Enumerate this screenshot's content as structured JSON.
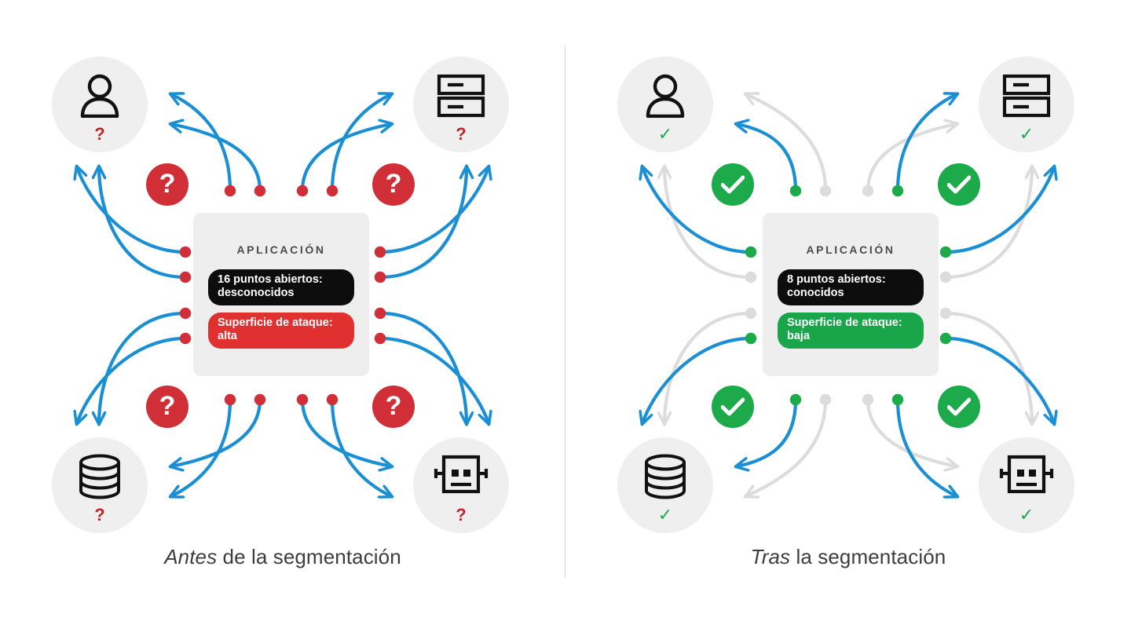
{
  "diagram": {
    "title": "Segmentacion de aplicaciones: antes y despues",
    "type": "network-segmentation-comparison",
    "colors": {
      "blue_arrow": "#1b8fd4",
      "gray_arrow": "#dcdcdc",
      "red": "#d02f37",
      "red_pill": "#e03030",
      "green": "#1caa4b",
      "green_pill": "#19a54a",
      "dark_pill": "#0d0d0d",
      "node_circle": "#efefef",
      "app_box": "#eeeeee",
      "caption_text": "#3d3d3d",
      "divider": "#d6d6d6"
    }
  },
  "panels": [
    {
      "id": "before",
      "caption_emphasis": "Antes",
      "caption_rest": " de la segmentación",
      "app": {
        "title": "APLICACIÓN",
        "pill_open_points": "16 puntos abiertos: desconocidos",
        "pill_open_points_line1": "16 puntos abiertos:",
        "pill_open_points_line2": "desconocidos",
        "pill_attack_surface": "Superficie de ataque: alta",
        "pill_attack_surface_line1": "Superficie de ataque:",
        "pill_attack_surface_line2": "alta",
        "pill_attack_surface_state": "alta"
      },
      "nodes": [
        {
          "id": "user",
          "icon": "user-icon",
          "mark": "?",
          "mark_type": "question",
          "position": "top-left"
        },
        {
          "id": "server",
          "icon": "server-rack-icon",
          "mark": "?",
          "mark_type": "question",
          "position": "top-right"
        },
        {
          "id": "database",
          "icon": "database-icon",
          "mark": "?",
          "mark_type": "question",
          "position": "bottom-left"
        },
        {
          "id": "bot",
          "icon": "robot-icon",
          "mark": "?",
          "mark_type": "question",
          "position": "bottom-right"
        }
      ],
      "badges": [
        {
          "id": "badge-top-left",
          "symbol": "?",
          "type": "question",
          "position": "top-left"
        },
        {
          "id": "badge-top-right",
          "symbol": "?",
          "type": "question",
          "position": "top-right"
        },
        {
          "id": "badge-bottom-left",
          "symbol": "?",
          "type": "question",
          "position": "bottom-left"
        },
        {
          "id": "badge-bottom-right",
          "symbol": "?",
          "type": "question",
          "position": "bottom-right"
        }
      ],
      "connection_summary": {
        "total_paths": 16,
        "allowed_paths": 16,
        "blocked_paths": 0,
        "dot_color": "#d02f37",
        "arrow_color": "#1b8fd4"
      }
    },
    {
      "id": "after",
      "caption_emphasis": "Tras",
      "caption_rest": " la segmentación",
      "app": {
        "title": "APLICACIÓN",
        "pill_open_points": "8 puntos abiertos: conocidos",
        "pill_open_points_line1": "8 puntos abiertos:",
        "pill_open_points_line2": "conocidos",
        "pill_attack_surface": "Superficie de ataque: baja",
        "pill_attack_surface_line1": "Superficie de ataque:",
        "pill_attack_surface_line2": "baja",
        "pill_attack_surface_state": "baja"
      },
      "nodes": [
        {
          "id": "user",
          "icon": "user-icon",
          "mark": "✓",
          "mark_type": "check",
          "position": "top-left"
        },
        {
          "id": "server",
          "icon": "server-rack-icon",
          "mark": "✓",
          "mark_type": "check",
          "position": "top-right"
        },
        {
          "id": "database",
          "icon": "database-icon",
          "mark": "✓",
          "mark_type": "check",
          "position": "bottom-left"
        },
        {
          "id": "bot",
          "icon": "robot-icon",
          "mark": "✓",
          "mark_type": "check",
          "position": "bottom-right"
        }
      ],
      "badges": [
        {
          "id": "badge-top-left",
          "symbol": "✓",
          "type": "check",
          "position": "top-left"
        },
        {
          "id": "badge-top-right",
          "symbol": "✓",
          "type": "check",
          "position": "top-right"
        },
        {
          "id": "badge-bottom-left",
          "symbol": "✓",
          "type": "check",
          "position": "bottom-left"
        },
        {
          "id": "badge-bottom-right",
          "symbol": "✓",
          "type": "check",
          "position": "bottom-right"
        }
      ],
      "connection_summary": {
        "total_paths": 16,
        "allowed_paths": 8,
        "blocked_paths": 8,
        "dot_color_allowed": "#1caa4b",
        "dot_color_blocked": "#dcdcdc",
        "arrow_color_allowed": "#1b8fd4",
        "arrow_color_blocked": "#dcdcdc"
      }
    }
  ]
}
